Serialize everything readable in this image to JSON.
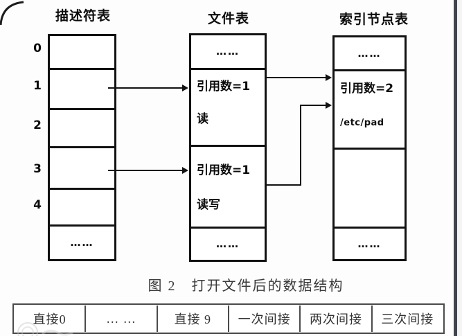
{
  "descriptor_table": {
    "title": "描述符表",
    "row_labels": [
      "0",
      "1",
      "2",
      "3",
      "4"
    ],
    "ellipsis": "……"
  },
  "file_table": {
    "title": "文件表",
    "ellipsis_top": "……",
    "entry1": {
      "refcount": "引用数=1",
      "mode": "读"
    },
    "entry2": {
      "refcount": "引用数=1",
      "mode": "读写"
    },
    "ellipsis_bottom": "……"
  },
  "inode_table": {
    "title": "索引节点表",
    "ellipsis_top": "……",
    "entry": {
      "refcount": "引用数=2",
      "path": "/etc/pad"
    },
    "ellipsis_bottom": "……"
  },
  "caption": "图 2　打开文件后的数据结构",
  "inode_block_table": {
    "cells": [
      "直接0",
      "… …",
      "直接 9",
      "一次间接",
      "两次间接",
      "三次间接"
    ]
  },
  "colors": {
    "line": "#121212",
    "caption_text": "#3a3a3a",
    "block_table_border": "#4a4a4a",
    "page_edge": "#40454d"
  }
}
